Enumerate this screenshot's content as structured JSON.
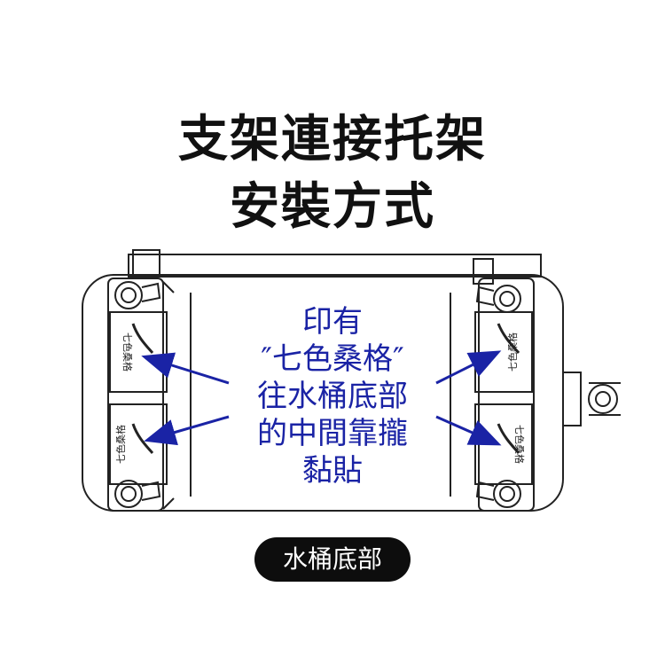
{
  "title": {
    "line1": "支架連接托架",
    "line2": "安裝方式"
  },
  "annotation": {
    "lines": [
      "印有",
      "″七色桑格″",
      "往水桶底部",
      "的中間靠攏",
      "黏貼"
    ],
    "color": "#1a23a5"
  },
  "labels": {
    "sticker_text": "七色桑格"
  },
  "badge": {
    "label": "水桶底部"
  },
  "colors": {
    "line": "#222222",
    "arrow": "#1a23a5",
    "badge_bg": "#0d0d0d"
  }
}
